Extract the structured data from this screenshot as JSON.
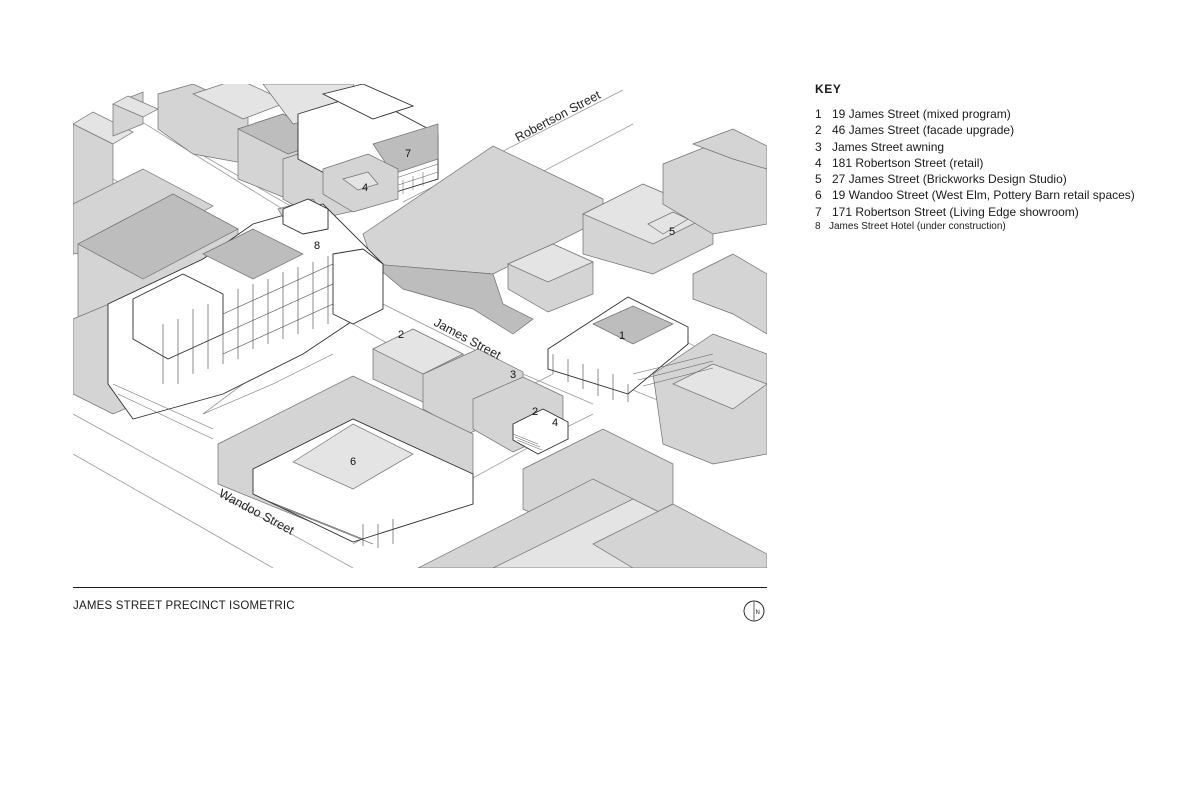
{
  "key": {
    "title": "KEY",
    "items": [
      {
        "n": "1",
        "label": "19 James Street (mixed program)"
      },
      {
        "n": "2",
        "label": "46 James Street (facade upgrade)"
      },
      {
        "n": "3",
        "label": "James Street awning"
      },
      {
        "n": "4",
        "label": "181 Robertson Street (retail)"
      },
      {
        "n": "5",
        "label": "27 James Street (Brickworks Design Studio)"
      },
      {
        "n": "6",
        "label": "19 Wandoo Street (West Elm, Pottery Barn retail spaces)"
      },
      {
        "n": "7",
        "label": "171 Robertson Street (Living Edge showroom)"
      },
      {
        "n": "8",
        "label": "James Street Hotel (under construction)"
      }
    ]
  },
  "streets": {
    "robertson": "Robertson Street",
    "james": "James Street",
    "wandoo": "Wandoo Street"
  },
  "markers": {
    "m1": "1",
    "m2a": "2",
    "m2b": "2",
    "m3": "3",
    "m4a": "4",
    "m4b": "4",
    "m5": "5",
    "m6": "6",
    "m7": "7",
    "m8": "8"
  },
  "caption": "JAMES STREET PRECINCT ISOMETRIC",
  "north_label": "N"
}
